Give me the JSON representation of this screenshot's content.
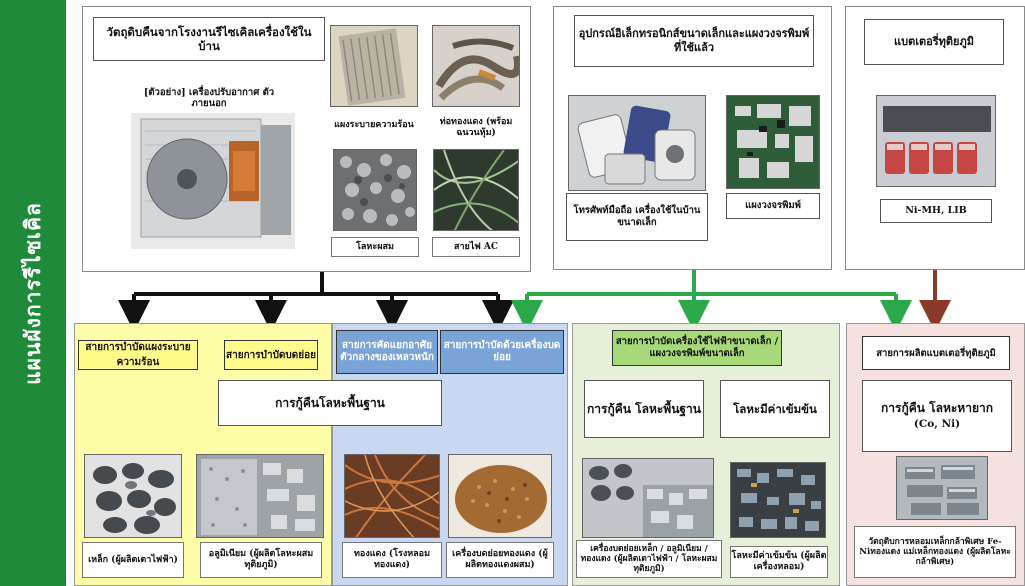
{
  "sidebar": {
    "title": "แผนผังการรีไซเคิล"
  },
  "sources": {
    "home": {
      "title": "วัตถุดิบคืนจากโรงงานรีไซเคิลเครื่องใช้ในบ้าน",
      "example": "[ตัวอย่าง] เครื่องปรับอากาศ ตัวภายนอก",
      "heat_exchanger": "แผงระบายความร้อน",
      "copper_pipe": "ท่อทองแดง (พร้อมฉนวนหุ้ม)",
      "mixed_metal": "โลหะผสม",
      "ac_wire": "สายไฟ AC"
    },
    "small": {
      "title": "อุปกรณ์อิเล็กทรอนิกส์ขนาดเล็กและแผงวงจรพิมพ์ที่ใช้แล้ว",
      "phones": "โทรศัพท์มือถือ เครื่องใช้ในบ้านขนาดเล็ก",
      "pcb": "แผงวงจรพิมพ์"
    },
    "battery": {
      "title": "แบตเตอรี่ทุติยภูมิ",
      "types": "Ni-MH, LIB"
    }
  },
  "lines": {
    "heat_exchanger_line": "สายการบำบัดแผงระบายความร้อน",
    "shred_line": "สายการบำบัดบดย่อย",
    "sort_line": "สายการคัดแยกอาศัยตัวกลางของเหลวหนัก",
    "crush_line": "สายการบำบัดด้วยเครื่องบดย่อย",
    "small_line": "สายการบำบัดเครื่องใช้ไฟฟ้าขนาดเล็ก / แผงวงจรพิมพ์ขนาดเล็ก",
    "battery_line": "สายการผลิตแบตเตอรี่ทุติยภูมิ"
  },
  "recovery": {
    "base_metal": "การกู้คืนโลหะพื้นฐาน",
    "base_metal_2": "การกู้คืน โลหะพื้นฐาน",
    "precious": "โลหะมีค่าเข้มข้น",
    "rare": "การกู้คืน โลหะหายาก",
    "rare_sub": "(Co, Ni)"
  },
  "products": {
    "iron": "เหล็ก (ผู้ผลิตเตาไฟฟ้า)",
    "aluminum": "อลูมิเนียม (ผู้ผลิตโลหะผสมทุติยภูมิ)",
    "copper": "ทองแดง (โรงหลอมทองแดง)",
    "crushed_copper": "เครื่องบดย่อยทองแดง (ผู้ผลิตทองแดงผสม)",
    "small_products": "เครื่องบดย่อยเหล็ก / อลูมิเนียม / ทองแดง (ผู้ผลิตเตาไฟฟ้า / โลหะผสมทุติยภูมิ)",
    "precious_products": "โลหะมีค่าเข้มข้น (ผู้ผลิตเครื่องหลอม)",
    "alloy": "วัตถุดิบการหลอมเหล็กกล้าพิเศษ Fe-Niทองแดง แม่เหล็กทองแดง (ผู้ผลิตโลหะกล้าพิเศษ)"
  },
  "colors": {
    "side": "#1e8a3a",
    "black_arrow": "#111111",
    "green_arrow": "#2aa84a",
    "brown_arrow": "#8b3a2a"
  }
}
